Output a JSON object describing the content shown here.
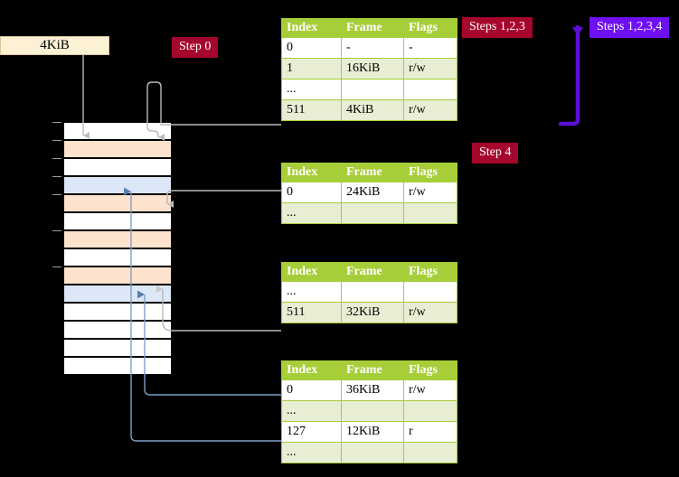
{
  "diagram": {
    "title_badges": [
      {
        "name": "step0",
        "label": "Step 0",
        "color": "#a5062c"
      },
      {
        "name": "steps123",
        "label": "Steps 1,2,3",
        "color": "#a5062c"
      },
      {
        "name": "steps1234",
        "label": "Steps 1,2,3,4",
        "color": "#6f10f0"
      },
      {
        "name": "step4",
        "label": "Step 4",
        "color": "#a5062c"
      }
    ],
    "memory_label": "4KiB",
    "accent_colors": {
      "table_header": "#a6ce39",
      "table_alt_row": "#e8eed3",
      "highlight": "#fbf7a0",
      "peach_block": "#fde3cd",
      "blue_block": "#dce8f7",
      "label_box": "#fdf1d5",
      "violet_arrow": "#5b0fd8",
      "gray_connector": "#b8b8b8",
      "blue_connector": "#7fa0c8"
    },
    "memory_blocks": [
      {
        "fill": "white"
      },
      {
        "fill": "peach"
      },
      {
        "fill": "white"
      },
      {
        "fill": "blue"
      },
      {
        "fill": "peach"
      },
      {
        "fill": "white"
      },
      {
        "fill": "peach"
      },
      {
        "fill": "white"
      },
      {
        "fill": "peach"
      },
      {
        "fill": "blue"
      },
      {
        "fill": "white"
      },
      {
        "fill": "white"
      },
      {
        "fill": "white"
      },
      {
        "fill": "white"
      }
    ]
  },
  "tables": [
    {
      "name": "page-table-level-1",
      "columns": [
        "Index",
        "Frame",
        "Flags"
      ],
      "rows": [
        {
          "cells": [
            "0",
            "-",
            "-"
          ],
          "alt": false,
          "highlight": false
        },
        {
          "cells": [
            "1",
            "16KiB",
            "r/w"
          ],
          "alt": true,
          "highlight": false
        },
        {
          "cells": [
            "...",
            "",
            ""
          ],
          "alt": false,
          "highlight": false
        },
        {
          "cells": [
            "511",
            "4KiB",
            "r/w"
          ],
          "alt": true,
          "highlight": true
        }
      ]
    },
    {
      "name": "page-table-level-2",
      "columns": [
        "Index",
        "Frame",
        "Flags"
      ],
      "rows": [
        {
          "cells": [
            "0",
            "24KiB",
            "r/w"
          ],
          "alt": false,
          "highlight": false
        },
        {
          "cells": [
            "...",
            "",
            ""
          ],
          "alt": true,
          "highlight": false
        }
      ]
    },
    {
      "name": "page-table-level-3",
      "columns": [
        "Index",
        "Frame",
        "Flags"
      ],
      "rows": [
        {
          "cells": [
            "...",
            "",
            ""
          ],
          "alt": false,
          "highlight": false
        },
        {
          "cells": [
            "511",
            "32KiB",
            "r/w"
          ],
          "alt": true,
          "highlight": false
        }
      ]
    },
    {
      "name": "page-table-level-4",
      "columns": [
        "Index",
        "Frame",
        "Flags"
      ],
      "rows": [
        {
          "cells": [
            "0",
            "36KiB",
            "r/w"
          ],
          "alt": false,
          "highlight": false
        },
        {
          "cells": [
            "...",
            "",
            ""
          ],
          "alt": true,
          "highlight": false
        },
        {
          "cells": [
            "127",
            "12KiB",
            "r"
          ],
          "alt": false,
          "highlight": false
        },
        {
          "cells": [
            "...",
            "",
            ""
          ],
          "alt": true,
          "highlight": false
        }
      ]
    }
  ]
}
